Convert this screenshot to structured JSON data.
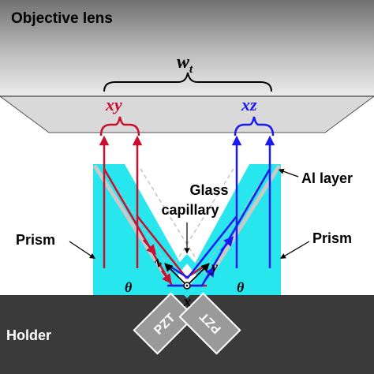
{
  "labels": {
    "objective_lens": "Objective lens",
    "width": "w",
    "width_sub": "t",
    "xy": "xy",
    "xz": "xz",
    "glass_line1": "Glass",
    "glass_line2": "capillary",
    "al_layer": "Al layer",
    "prism_left": "Prism",
    "prism_right": "Prism",
    "holder": "Holder",
    "pzt_left": "PZT",
    "pzt_right": "PZT",
    "theta_left": "θ",
    "theta_right": "θ",
    "axis_x": "x",
    "axis_y": "y",
    "axis_z": "z"
  },
  "colors": {
    "lens_top": "#6f6f6f",
    "lens_bottom": "#e6e6e6",
    "prism": "#27e6ee",
    "holder": "#3a3a3a",
    "pzt": "#9a9a9a",
    "red_ray": "#c8102e",
    "blue_ray": "#1a1aee",
    "aluminum": "#c9c9c9",
    "dashed": "#bcbcbc"
  }
}
